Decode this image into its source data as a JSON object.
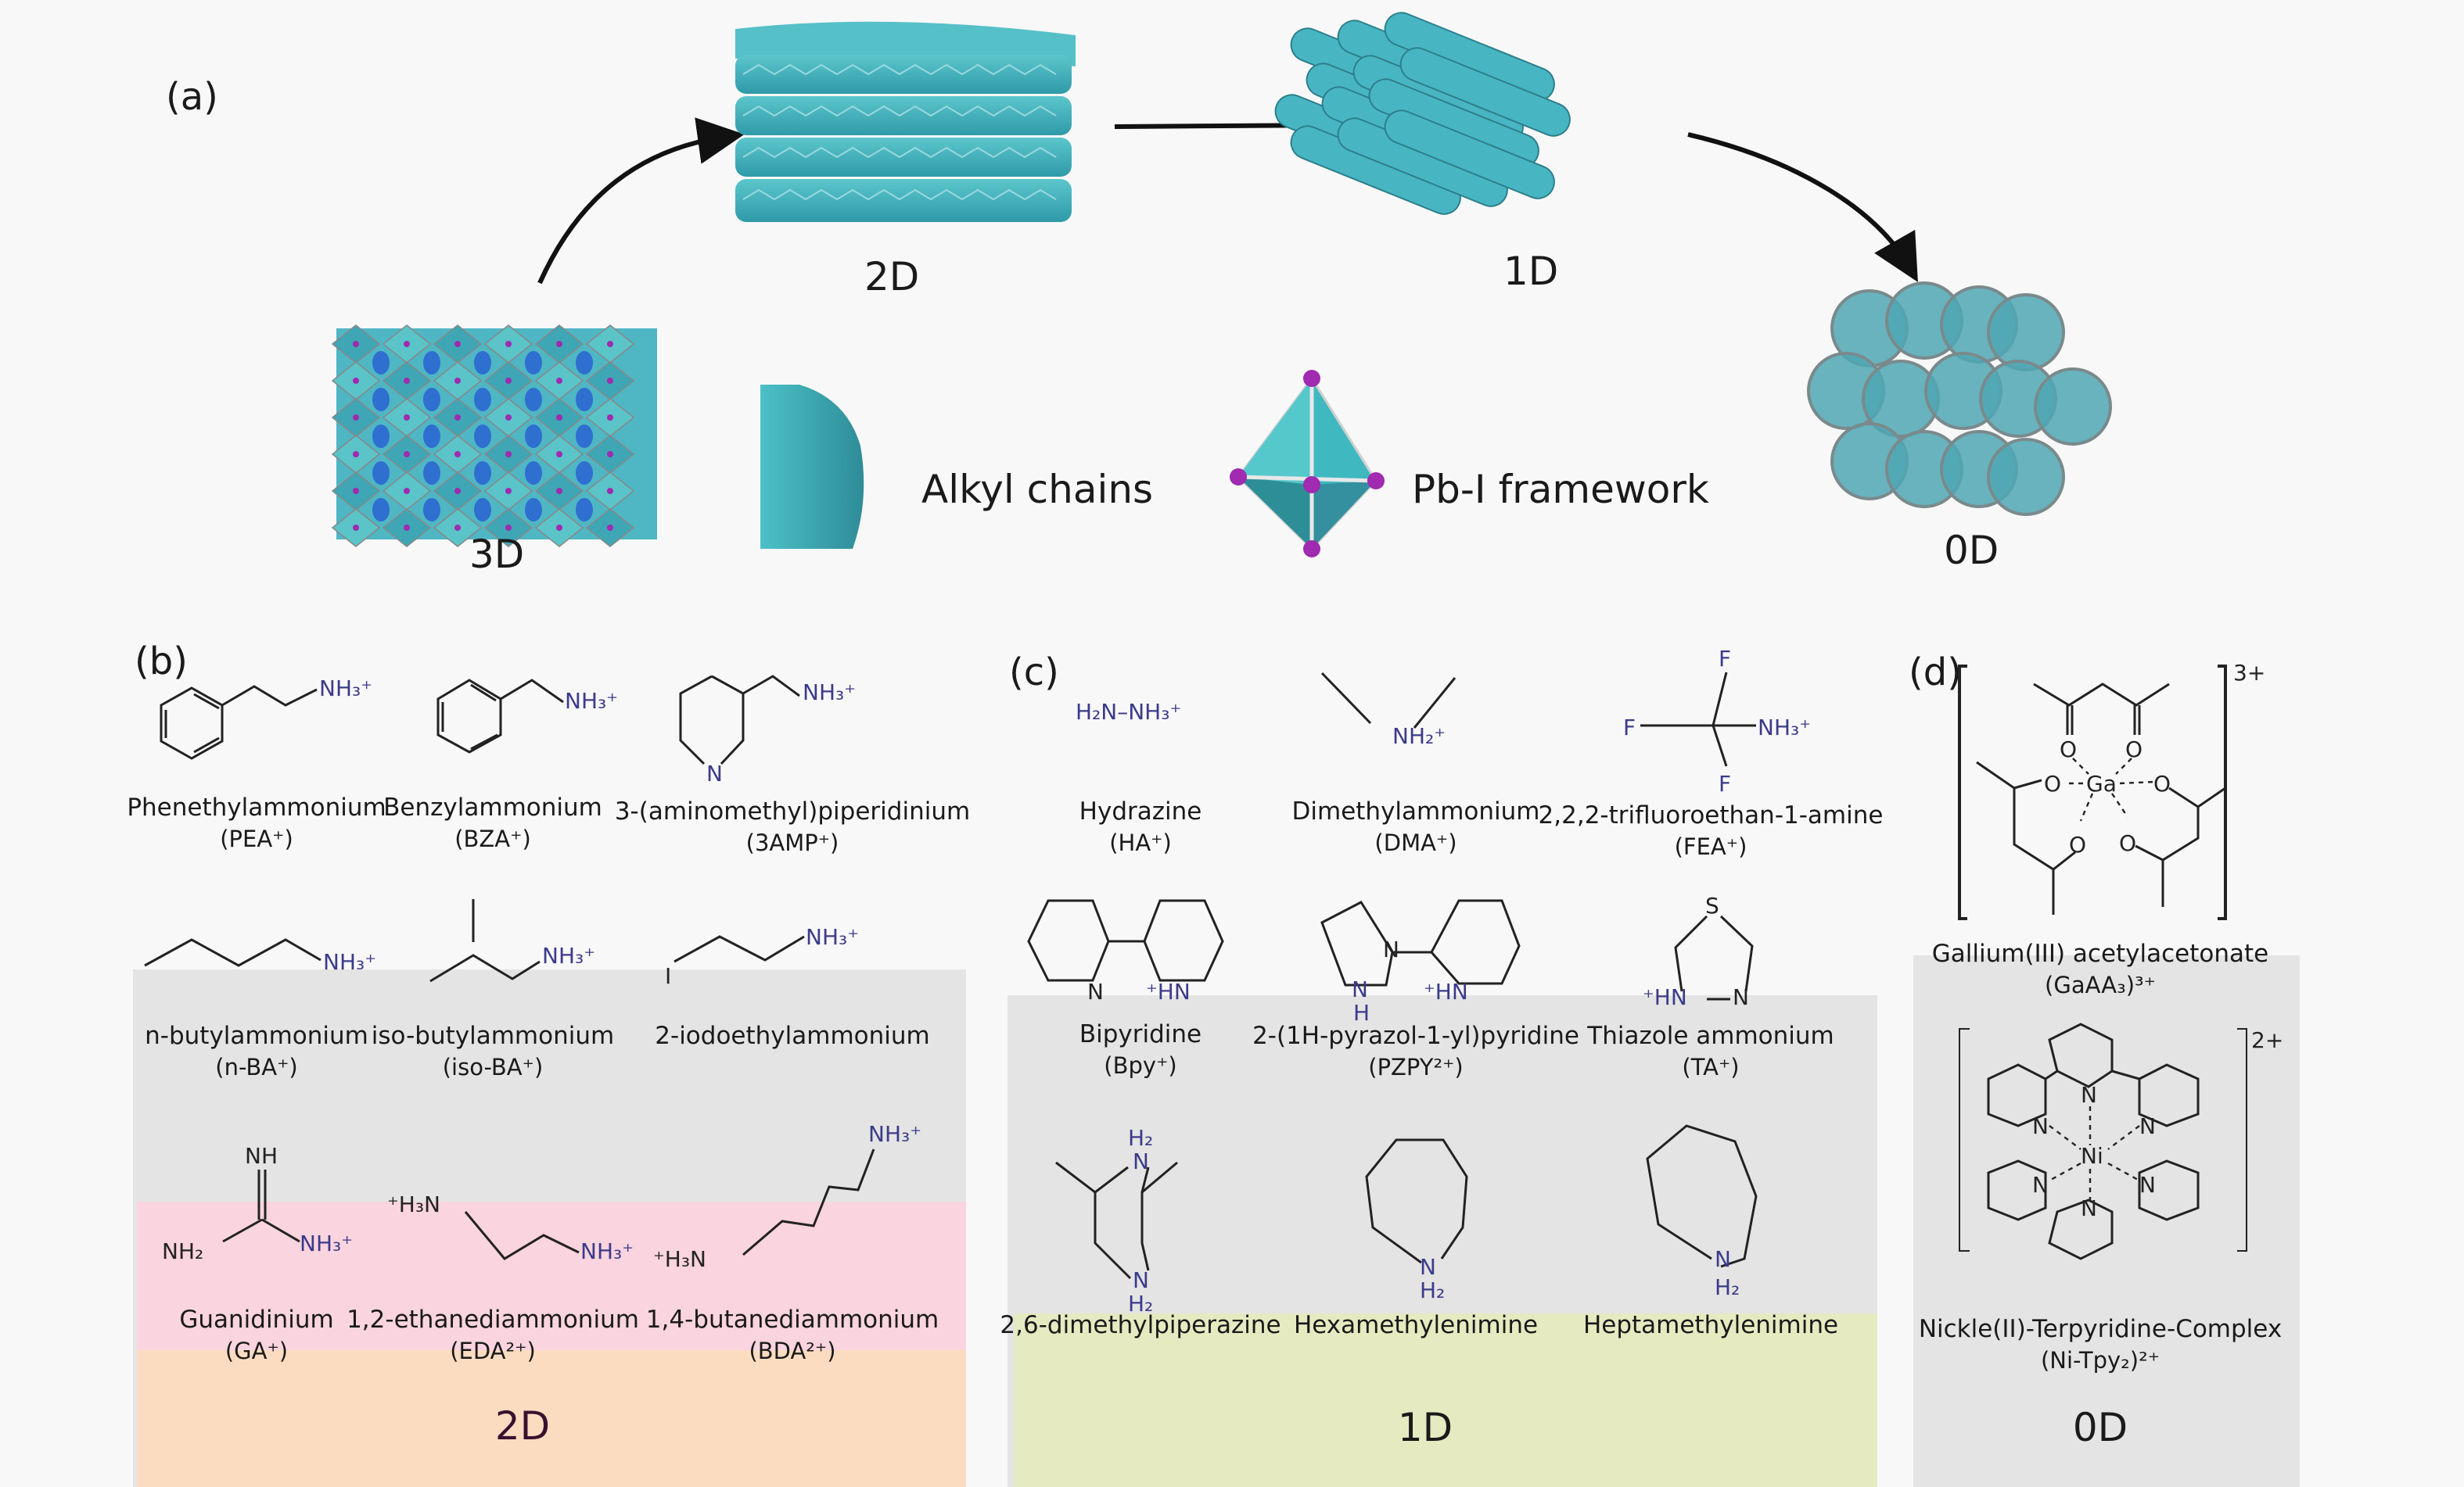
{
  "panel_a": {
    "letter": "(a)",
    "stages": [
      {
        "id": "3D",
        "label": "3D"
      },
      {
        "id": "2D",
        "label": "2D"
      },
      {
        "id": "1D",
        "label": "1D"
      },
      {
        "id": "0D",
        "label": "0D"
      }
    ],
    "legend": {
      "alkyl": "Alkyl chains",
      "framework": "Pb-I framework"
    }
  },
  "panel_b": {
    "letter": "(b)",
    "category": "2D",
    "molecules": [
      {
        "name": "Phenethylammonium",
        "abbr": "(PEA⁺)"
      },
      {
        "name": "Benzylammonium",
        "abbr": "(BZA⁺)"
      },
      {
        "name": "3-(aminomethyl)piperidinium",
        "abbr": "(3AMP⁺)"
      },
      {
        "name": "n-butylammonium",
        "abbr": "(n-BA⁺)"
      },
      {
        "name": "iso-butylammonium",
        "abbr": "(iso-BA⁺)"
      },
      {
        "name": "2-iodoethylammonium",
        "abbr": ""
      },
      {
        "name": "Guanidinium",
        "abbr": "(GA⁺)"
      },
      {
        "name": "1,2-ethanediammonium",
        "abbr": "(EDA²⁺)"
      },
      {
        "name": "1,4-butanediammonium",
        "abbr": "(BDA²⁺)"
      }
    ]
  },
  "panel_c": {
    "letter": "(c)",
    "category": "1D",
    "molecules": [
      {
        "name": "Hydrazine",
        "abbr": "(HA⁺)"
      },
      {
        "name": "Dimethylammonium",
        "abbr": "(DMA⁺)"
      },
      {
        "name": "2,2,2-trifluoroethan-1-amine",
        "abbr": "(FEA⁺)"
      },
      {
        "name": "Bipyridine",
        "abbr": "(Bpy⁺)"
      },
      {
        "name": "2-(1H-pyrazol-1-yl)pyridine",
        "abbr": "(PZPY²⁺)"
      },
      {
        "name": "Thiazole ammonium",
        "abbr": "(TA⁺)"
      },
      {
        "name": "2,6-dimethylpiperazine",
        "abbr": ""
      },
      {
        "name": "Hexamethylenimine",
        "abbr": ""
      },
      {
        "name": "Heptamethylenimine",
        "abbr": ""
      }
    ]
  },
  "panel_d": {
    "letter": "(d)",
    "category": "0D",
    "molecules": [
      {
        "name": "Gallium(III) acetylacetonate",
        "abbr": "(GaAA₃)³⁺",
        "charge": "3+"
      },
      {
        "name": "Nickle(II)-Terpyridine-Complex",
        "abbr": "(Ni-Tpy₂)²⁺",
        "charge": "2+"
      }
    ]
  },
  "atoms": {
    "nh3": "NH₃⁺",
    "nh2p": "NH₂⁺",
    "nh2": "NH₂",
    "nh": "NH",
    "n": "N",
    "h": "H",
    "h2": "H₂",
    "h3n": "⁺H₃N",
    "hn": "⁺HN",
    "hydrazine": "H₂N–NH₃⁺",
    "f": "F",
    "s": "S",
    "i": "I",
    "o": "O",
    "ga": "Ga",
    "ni": "Ni",
    "plus": "+"
  },
  "colors": {
    "page": "#f8f8f8",
    "gray_band": "#e4e4e4",
    "pink_band": "#fad4de",
    "peach_band": "#fcdcc0",
    "olive_band": "#e6eac0",
    "teal": "#3fb8c0",
    "teal_dark": "#2a8a96",
    "iodide": "#a02ab0",
    "cation": "#2f6fd0",
    "atom_text": "#3b3b8a"
  }
}
